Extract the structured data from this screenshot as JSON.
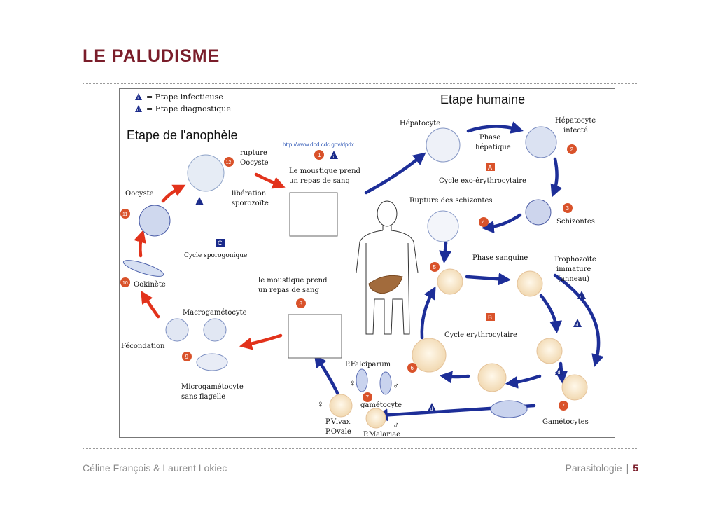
{
  "slide": {
    "title": "LE PALUDISME",
    "footer_authors": "Céline François &  Laurent Lokiec",
    "footer_course": "Parasitologie",
    "footer_separator": "|",
    "page_number": "5"
  },
  "colors": {
    "title": "#7a1d2a",
    "red_arrow": "#e2321b",
    "blue_arrow": "#1d2e98",
    "badge_blue": "#1a2a8a",
    "badge_red": "#d9522a"
  },
  "legend": {
    "infectious_symbol": "i",
    "infectious_label": "= Etape infectieuse",
    "diagnostic_symbol": "d",
    "diagnostic_label": "= Etape diagnostique"
  },
  "diagram": {
    "mosquito_stage_title": "Etape de l'anophèle",
    "human_stage_title": "Etape humaine",
    "source_url": "http://www.dpd.cdc.gov/dpdx",
    "labels": {
      "rupture_oocyst_1": "rupture",
      "rupture_oocyst_2": "Oocyste",
      "oocyst": "Oocyste",
      "sporozoite_release_1": "libération",
      "sporozoite_release_2": "sporozoïte",
      "mosquito_meal_1_1": "Le moustique prend",
      "mosquito_meal_1_2": "un repas de sang",
      "sporogonic_cycle": "Cycle sporogonique",
      "ookinete": "Ookinète",
      "mosquito_meal_2_1": "le moustique prend",
      "mosquito_meal_2_2": "un repas de sang",
      "macrogametocyte": "Macrogamétocyte",
      "fertilization": "Fécondation",
      "microgametocyte_1": "Microgamétocyte",
      "microgametocyte_2": "sans flagelle",
      "hepatocyte": "Hépatocyte",
      "infected_hepatocyte_1": "Hépatocyte",
      "infected_hepatocyte_2": "infecté",
      "hepatic_phase_1": "Phase",
      "hepatic_phase_2": "hépatique",
      "exo_cycle": "Cycle exo-érythrocytaire",
      "schizont_rupture": "Rupture des schizontes",
      "schizonts": "Schizontes",
      "blood_phase": "Phase sanguine",
      "trophozoite_1": "Trophozoïte",
      "trophozoite_2": "immature",
      "trophozoite_3": "(anneau)",
      "erythro_cycle": "Cycle erythrocytaire",
      "falciparum": "P.Falciparum",
      "gametocyte": "gamétocyte",
      "vivax": "P.Vivax",
      "ovale": "P.Ovale",
      "malariae": "P.Malariae",
      "gametocytes": "Gamétocytes"
    },
    "badges": {
      "b1": "1",
      "b2": "2",
      "b3": "3",
      "b4": "4",
      "b5": "5",
      "b6": "6",
      "b7a": "7",
      "b7b": "7",
      "b8": "8",
      "b9": "9",
      "b10": "10",
      "b11": "11",
      "b12": "12",
      "cycle_a": "A",
      "cycle_b": "B",
      "cycle_c": "C",
      "d": "d",
      "i": "i"
    },
    "sex_symbols": {
      "female": "♀",
      "male": "♂"
    }
  }
}
